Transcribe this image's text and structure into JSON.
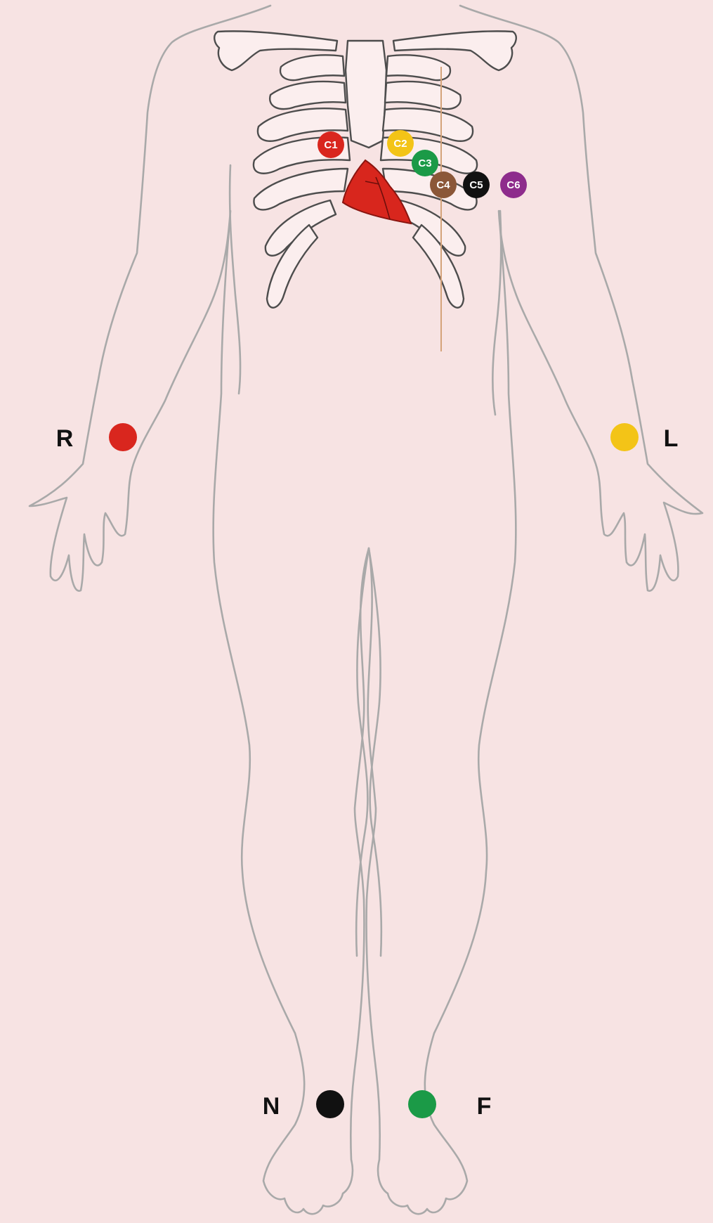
{
  "colors": {
    "background": "#f7e3e3",
    "red": "#d9261e",
    "yellow": "#f3c417",
    "green": "#1b9a47",
    "brown": "#8b5738",
    "black": "#111111",
    "purple": "#8e2c8c",
    "heart": "#d8261d"
  },
  "chest_electrodes": [
    {
      "id": "c1",
      "label": "C1",
      "color": "#d9261e"
    },
    {
      "id": "c2",
      "label": "C2",
      "color": "#f3c417"
    },
    {
      "id": "c3",
      "label": "C3",
      "color": "#1b9a47"
    },
    {
      "id": "c4",
      "label": "C4",
      "color": "#8b5738"
    },
    {
      "id": "c5",
      "label": "C5",
      "color": "#111111"
    },
    {
      "id": "c6",
      "label": "C6",
      "color": "#8e2c8c"
    }
  ],
  "limb_electrodes": [
    {
      "id": "r",
      "label": "R",
      "color": "#d9261e"
    },
    {
      "id": "l",
      "label": "L",
      "color": "#f3c417"
    },
    {
      "id": "n",
      "label": "N",
      "color": "#111111"
    },
    {
      "id": "f",
      "label": "F",
      "color": "#1b9a47"
    }
  ]
}
